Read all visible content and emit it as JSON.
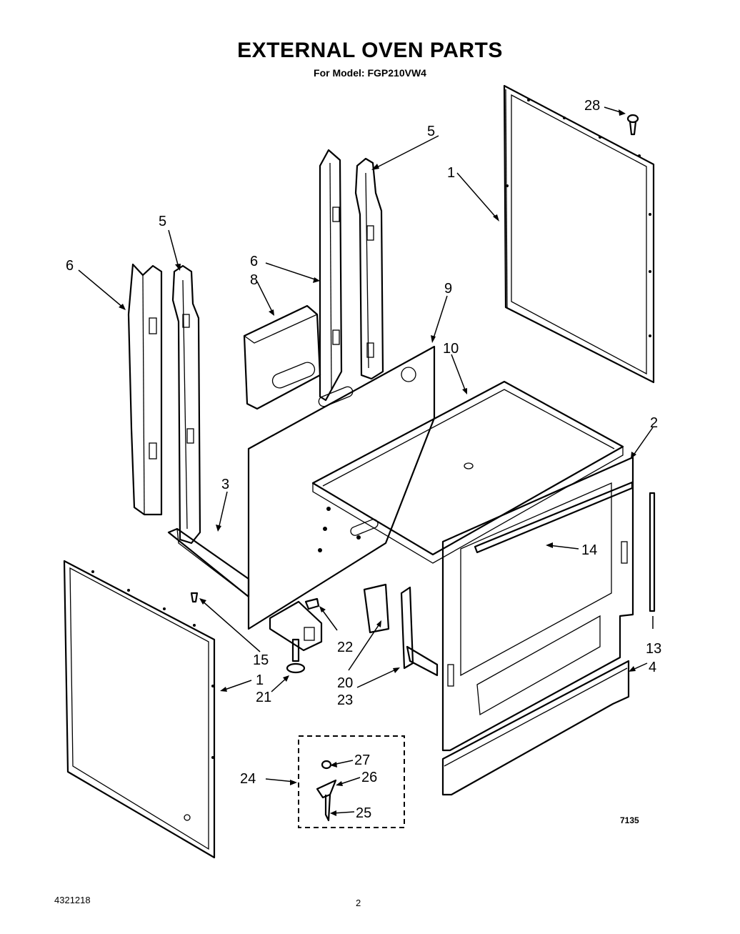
{
  "header": {
    "title": "EXTERNAL OVEN PARTS",
    "subtitle": "For Model: FGP210VW4"
  },
  "callouts": {
    "c1_right": "1",
    "c1_left": "1",
    "c2": "2",
    "c3": "3",
    "c4": "4",
    "c5_left": "5",
    "c5_right": "5",
    "c6_left": "6",
    "c6_mid": "6",
    "c8": "8",
    "c9": "9",
    "c10": "10",
    "c13": "13",
    "c14": "14",
    "c15": "15",
    "c20": "20",
    "c21": "21",
    "c22": "22",
    "c23": "23",
    "c24": "24",
    "c25": "25",
    "c26": "26",
    "c27": "27",
    "c28": "28"
  },
  "drawing_code": "7135",
  "footer": {
    "doc_number": "4321218",
    "page_number": "2"
  }
}
